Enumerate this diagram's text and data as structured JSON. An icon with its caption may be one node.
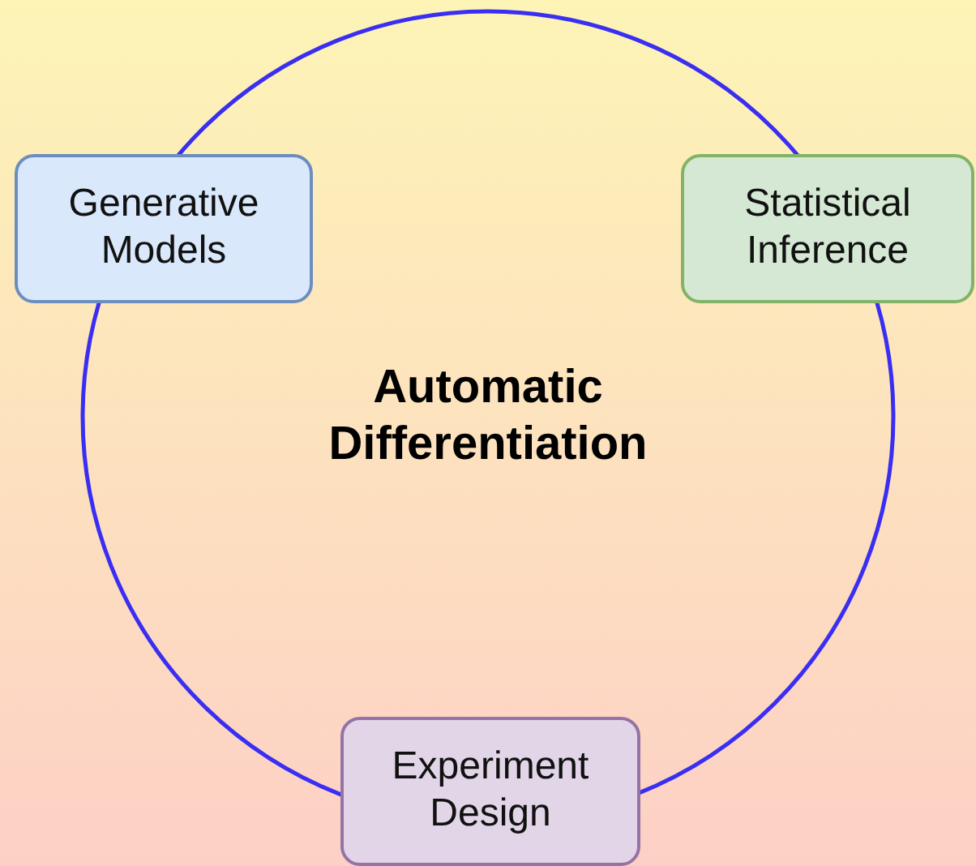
{
  "diagram": {
    "nodes": [
      {
        "text": [
          "Automatic Differentiation"
        ]
      },
      {
        "text": [
          "Generative Models"
        ]
      },
      {
        "text": [
          "Statistical Inference"
        ]
      },
      {
        "text": [
          "Experiment Design"
        ]
      }
    ]
  }
}
